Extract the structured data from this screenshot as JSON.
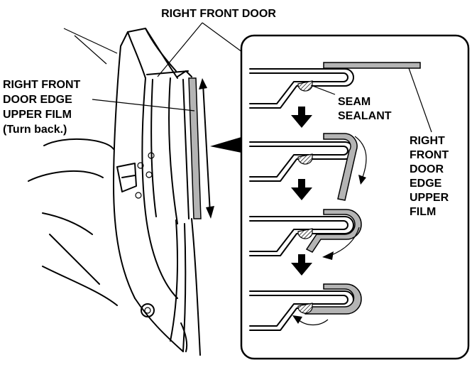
{
  "labels": {
    "title_door": "RIGHT FRONT DOOR",
    "left_film_line1": "RIGHT FRONT",
    "left_film_line2": "DOOR EDGE",
    "left_film_line3": "UPPER FILM",
    "left_film_line4": "(Turn back.)",
    "sealant_line1": "SEAM",
    "sealant_line2": "SEALANT",
    "right_film_lines": [
      "RIGHT",
      "FRONT",
      "DOOR",
      "EDGE",
      "UPPER",
      "FILM"
    ]
  },
  "colors": {
    "film_fill": "#b4b4b4",
    "sealant_fill": "#a0a0a0",
    "line": "#000000",
    "background": "#ffffff"
  },
  "steps": [
    {
      "name": "film-flat",
      "arrow_after": true
    },
    {
      "name": "film-folding-down",
      "arrow_after": true
    },
    {
      "name": "film-wrapping-under",
      "arrow_after": true
    },
    {
      "name": "film-wrapped-complete",
      "arrow_after": false
    }
  ]
}
